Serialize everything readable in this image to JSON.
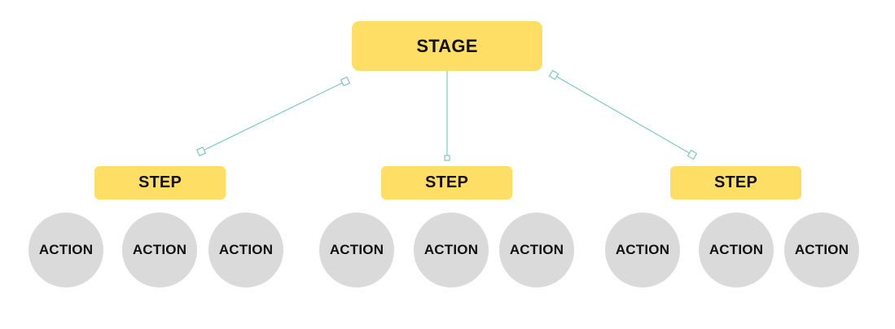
{
  "diagram": {
    "stage": {
      "label": "STAGE"
    },
    "steps": [
      {
        "label": "STEP",
        "actions": [
          "ACTION",
          "ACTION",
          "ACTION"
        ]
      },
      {
        "label": "STEP",
        "actions": [
          "ACTION",
          "ACTION",
          "ACTION"
        ]
      },
      {
        "label": "STEP",
        "actions": [
          "ACTION",
          "ACTION",
          "ACTION"
        ]
      }
    ]
  },
  "colors": {
    "stage_fill": "#FEDE65",
    "step_fill": "#FEDE65",
    "action_fill": "#DADADA",
    "connector": "#7DCBB8",
    "text": "#111111"
  }
}
